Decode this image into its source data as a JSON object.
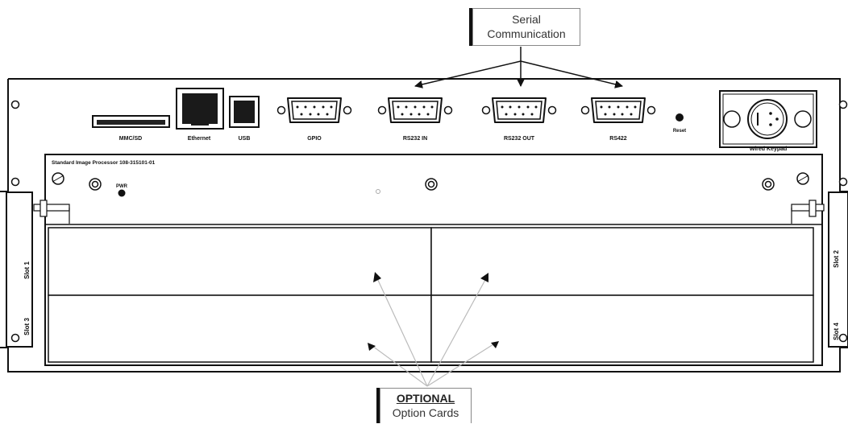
{
  "callouts": {
    "serial_line1": "Serial",
    "serial_line2": "Communication",
    "optional_line1": "OPTIONAL",
    "optional_line2": "Option Cards"
  },
  "ports": {
    "mmc_sd": "MMC/SD",
    "ethernet": "Ethernet",
    "usb": "USB",
    "gpio": "GPIO",
    "rs232_in": "RS232 IN",
    "rs232_out": "RS232 OUT",
    "rs422": "RS422",
    "reset": "Reset",
    "wired_keypad": "Wired Keypad"
  },
  "processor": {
    "title": "Standard Image Processor 108-315101-01",
    "pwr": "PWR"
  },
  "slots": {
    "slot1": "Slot 1",
    "slot2": "Slot 2",
    "slot3": "Slot 3",
    "slot4": "Slot 4"
  }
}
